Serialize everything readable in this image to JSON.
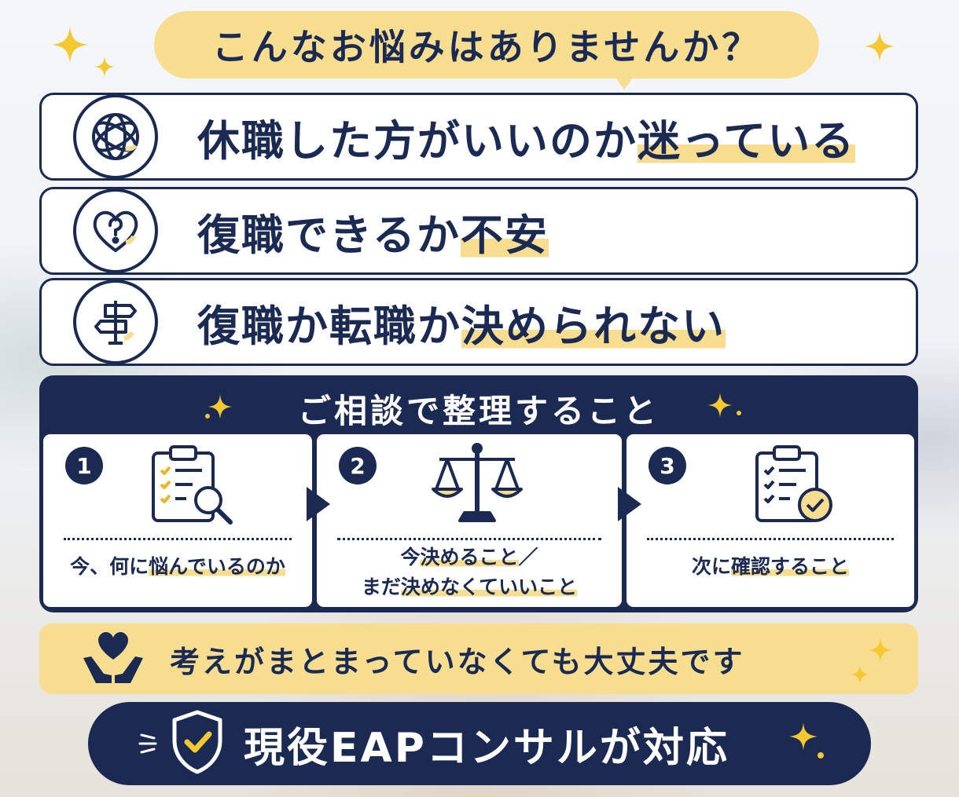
{
  "title": "こんなお悩みはありませんか？",
  "worries": [
    {
      "icon": "tangled-thoughts-icon",
      "plain": "休職した方がいいのか",
      "highlight": "迷っている"
    },
    {
      "icon": "heart-question-icon",
      "plain": "復職できるか",
      "highlight": "不安"
    },
    {
      "icon": "signpost-icon",
      "plain": "復職か転職か",
      "highlight": "決められない"
    }
  ],
  "consult": {
    "title": "ご相談で整理すること",
    "steps": [
      {
        "num": "1",
        "icon": "clipboard-search-icon",
        "plain": "今、何に",
        "highlight": "悩んでいるのか"
      },
      {
        "num": "2",
        "icon": "balance-scale-icon",
        "line1_plain": "今",
        "line1_highlight": "決めること",
        "line1_tail": "／",
        "line2_plain": "まだ",
        "line2_highlight": "決めなくていいこと"
      },
      {
        "num": "3",
        "icon": "clipboard-check-icon",
        "plain": "次に",
        "highlight": "確認すること"
      }
    ]
  },
  "reassurance": {
    "icon": "heart-hands-icon",
    "text": "考えがまとまっていなくても大丈夫です"
  },
  "badge": {
    "icon": "shield-check-icon",
    "text": "現役EAPコンサルが対応"
  },
  "colors": {
    "navy": "#1a2a52",
    "yellow": "#f7dd8f",
    "white": "#ffffff"
  }
}
